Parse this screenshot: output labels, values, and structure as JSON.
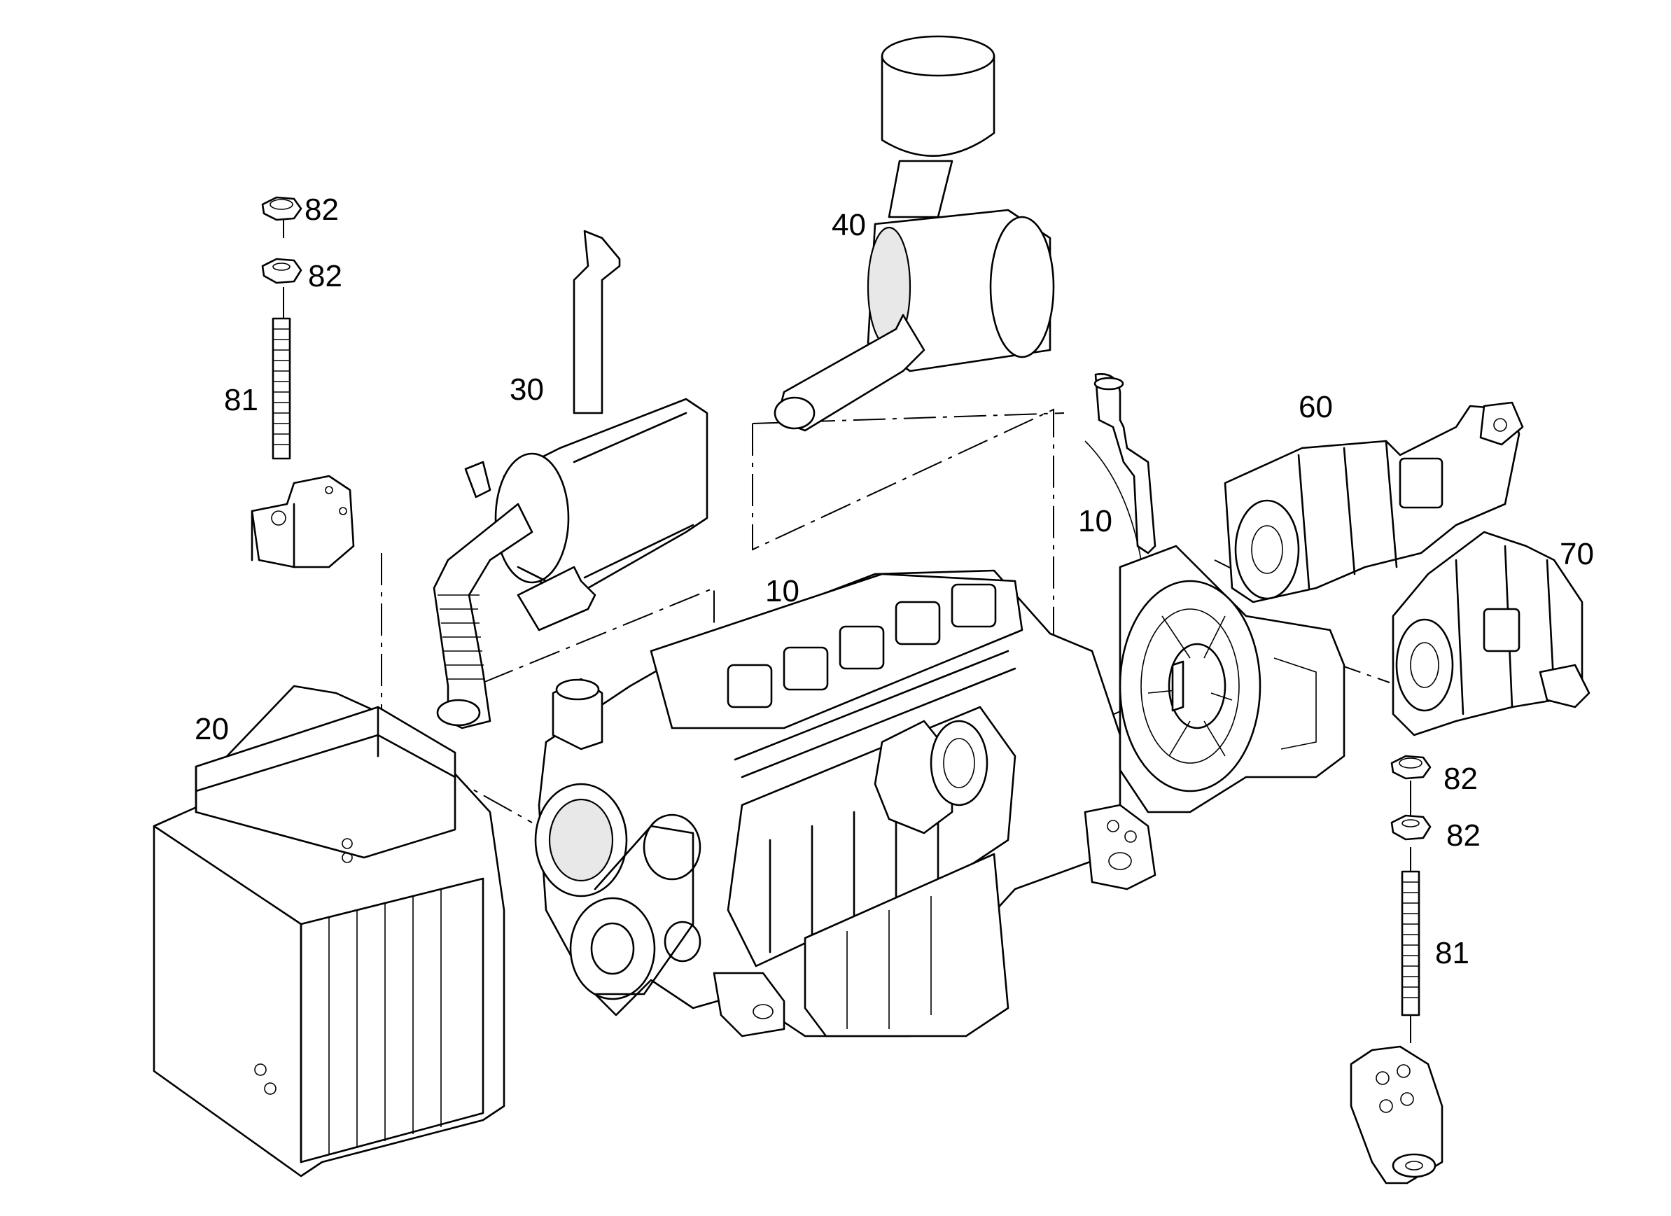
{
  "diagram": {
    "title": "",
    "callouts": {
      "nut_upper_1": "82",
      "nut_upper_2": "82",
      "stud_upper": "81",
      "silencer": "30",
      "air_filter": "40",
      "engine": "10",
      "engine_flywheel": "10",
      "radiator": "20",
      "pump_60": "60",
      "pump_70": "70",
      "nut_lower_1": "82",
      "nut_lower_2": "82",
      "stud_lower": "81"
    }
  }
}
